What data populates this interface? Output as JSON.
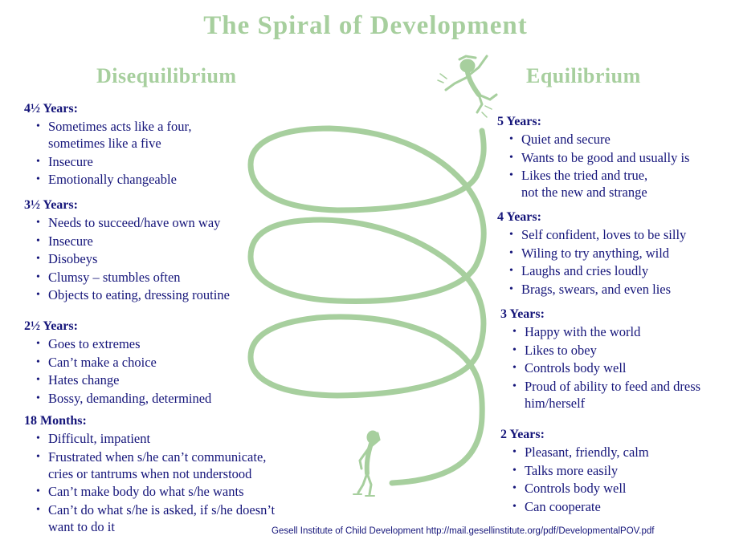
{
  "title": "The Spiral of Development",
  "left_heading": "Disequilibrium",
  "right_heading": "Equilibrium",
  "colors": {
    "text": "#15157a",
    "green": "#a7cf9e"
  },
  "left_blocks": [
    {
      "heading": "4½ Years:",
      "items": [
        "Sometimes acts like a four,\nsometimes like a five",
        "Insecure",
        "Emotionally changeable"
      ]
    },
    {
      "heading": "3½ Years:",
      "items": [
        "Needs to succeed/have own way",
        "Insecure",
        "Disobeys",
        "Clumsy – stumbles often",
        "Objects to eating, dressing routine"
      ]
    },
    {
      "heading": "2½ Years:",
      "items": [
        "Goes to extremes",
        "Can’t make a choice",
        "Hates change",
        "Bossy, demanding, determined"
      ]
    },
    {
      "heading": "18 Months:",
      "items": [
        "Difficult, impatient",
        "Frustrated when s/he can’t communicate,\ncries or tantrums when not understood",
        "Can’t make body do what s/he wants",
        "Can’t do what s/he is asked, if s/he doesn’t\nwant to do it"
      ]
    }
  ],
  "right_blocks": [
    {
      "heading": "5 Years:",
      "items": [
        "Quiet and secure",
        "Wants to be good and usually is",
        "Likes the tried and true,\nnot the new and strange"
      ]
    },
    {
      "heading": "4 Years:",
      "items": [
        "Self confident, loves to be silly",
        "Wiling to try anything, wild",
        "Laughs and cries loudly",
        "Brags, swears, and even lies"
      ]
    },
    {
      "heading": "3 Years:",
      "items": [
        "Happy with the world",
        "Likes to obey",
        "Controls body well",
        "Proud of ability to feed and dress\nhim/herself"
      ]
    },
    {
      "heading": "2 Years:",
      "items": [
        "Pleasant, friendly, calm",
        "Talks more easily",
        "Controls body well",
        "Can cooperate"
      ]
    }
  ],
  "credit": "Gesell Institute of Child Development http://mail.gesellinstitute.org/pdf/DevelopmentalPOV.pdf",
  "icons": [
    "happy-child-figure-icon",
    "sad-child-figure-icon"
  ]
}
